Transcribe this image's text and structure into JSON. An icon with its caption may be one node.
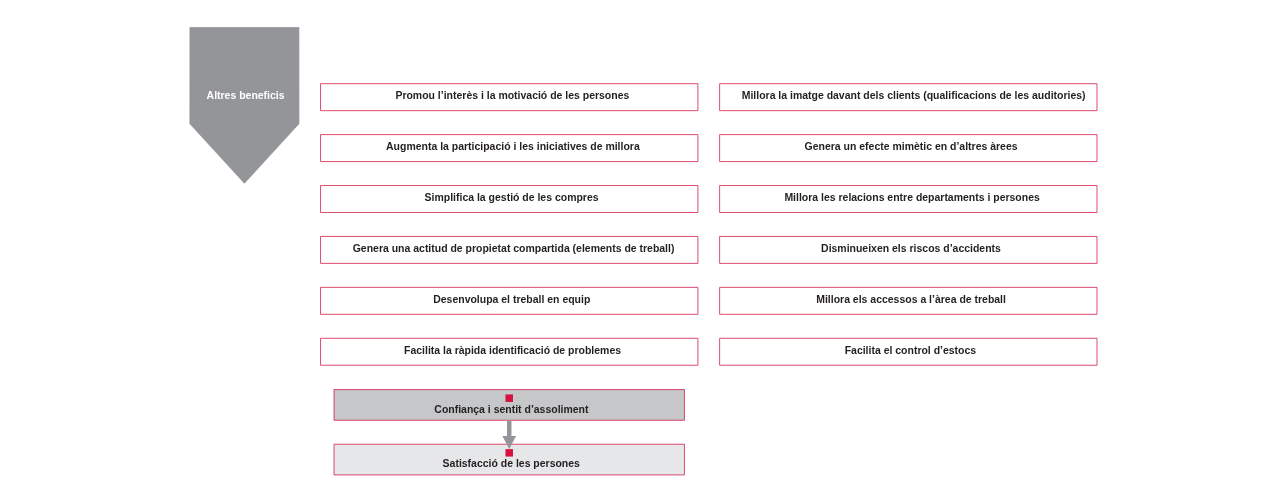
{
  "diagram": {
    "nodes": [
      {
        "text": [
          "Altres beneficis"
        ]
      },
      {
        "text": [
          "Promou l’interès i la motivació de les persones"
        ]
      },
      {
        "text": [
          "Augmenta la participació i les iniciatives de millora"
        ]
      },
      {
        "text": [
          "Simplifica la gestió de les compres"
        ]
      },
      {
        "text": [
          "Genera una actitud de propietat compartida (elements de treball)"
        ]
      },
      {
        "text": [
          "Desenvolupa el treball en equip"
        ]
      },
      {
        "text": [
          "Facilita la ràpida identificació de problemes"
        ]
      },
      {
        "text": [
          "Millora la imatge davant dels clients (qualificacions de les auditories)"
        ]
      },
      {
        "text": [
          "Genera un efecte mimètic en d’altres àrees"
        ]
      },
      {
        "text": [
          "Millora les relacions entre departaments i persones"
        ]
      },
      {
        "text": [
          "Disminueixen els riscos d’accidents"
        ]
      },
      {
        "text": [
          "Millora els accessos a l’àrea de treball"
        ]
      },
      {
        "text": [
          "Facilita el control d’estocs"
        ]
      },
      {
        "text": [
          "Confiança i sentit d’assoliment"
        ]
      },
      {
        "text": [
          "Satisfacció de les persones"
        ]
      }
    ],
    "edges": [
      {
        "from": 13,
        "to": 14,
        "arrow": "to"
      }
    ]
  }
}
